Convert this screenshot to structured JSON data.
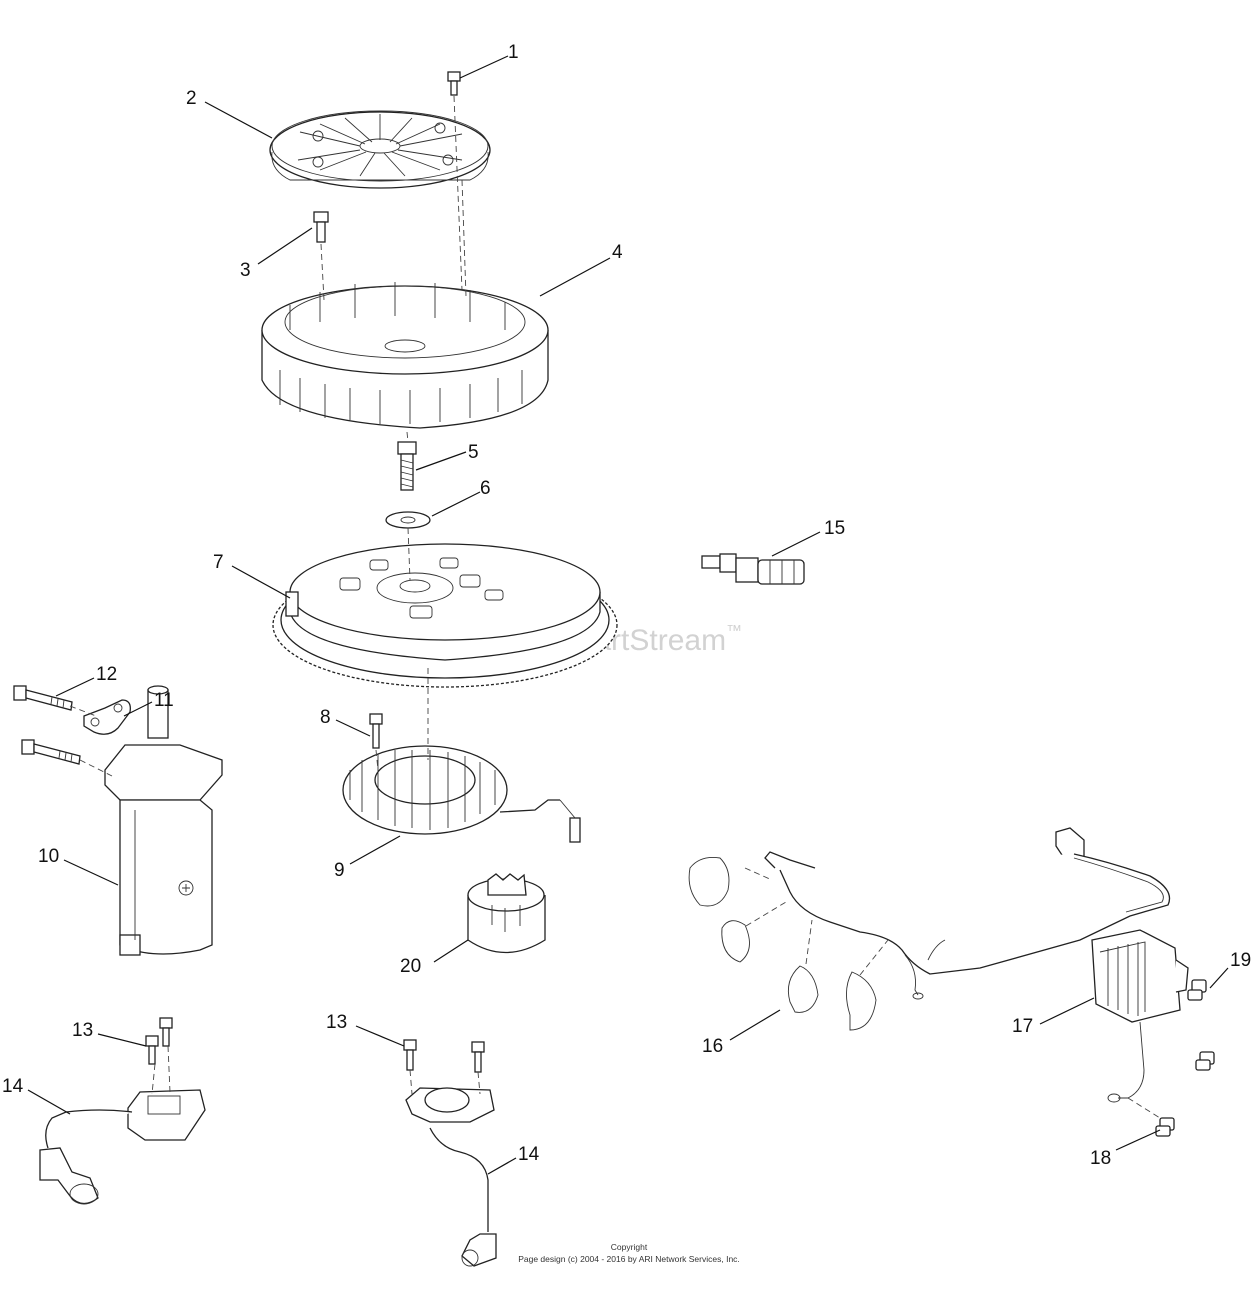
{
  "watermark": {
    "text": "ARI PartStream",
    "tm": "™"
  },
  "copyright": {
    "line1": "Copyright",
    "line2": "Page design (c) 2004 - 2016 by ARI Network Services, Inc."
  },
  "callouts": {
    "c1": "1",
    "c2": "2",
    "c3": "3",
    "c4": "4",
    "c5": "5",
    "c6": "6",
    "c7": "7",
    "c8": "8",
    "c9": "9",
    "c10": "10",
    "c11": "11",
    "c12": "12",
    "c13a": "13",
    "c13b": "13",
    "c14a": "14",
    "c14b": "14",
    "c15": "15",
    "c16": "16",
    "c17": "17",
    "c18": "18",
    "c19": "19",
    "c20": "20"
  }
}
